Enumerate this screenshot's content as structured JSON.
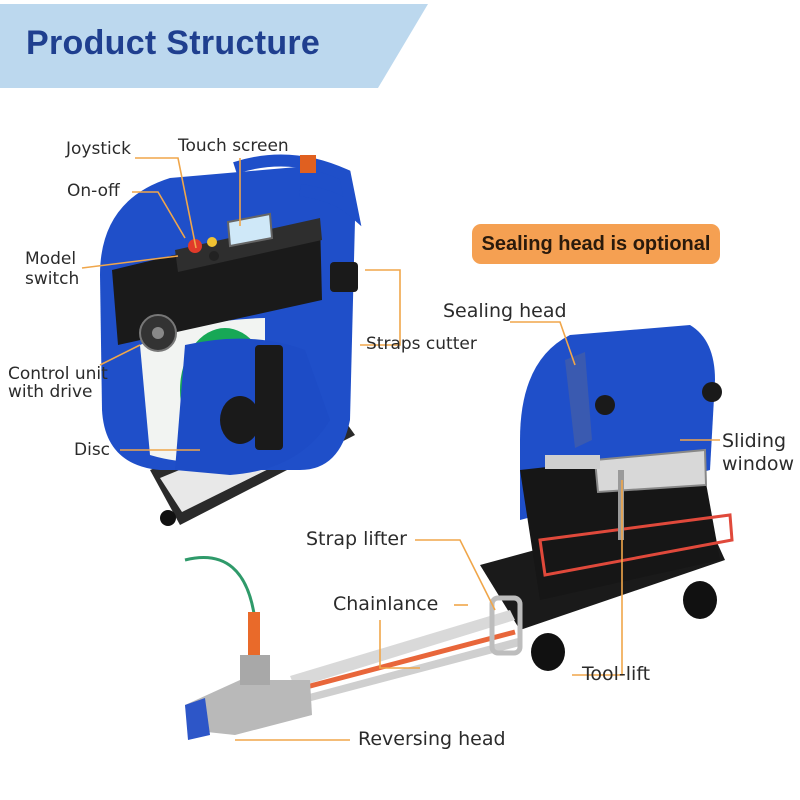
{
  "title": "Product Structure",
  "optional_badge": "Sealing head is optional",
  "labels": {
    "joystick": "Joystick",
    "touch_screen": "Touch screen",
    "on_off": "On-off",
    "model_switch_1": "Model",
    "model_switch_2": "switch",
    "control_unit_1": "Control unit",
    "control_unit_2": "with drive",
    "disc": "Disc",
    "straps_cutter": "Straps cutter",
    "sealing_head": "Sealing head",
    "sliding_window_1": "Sliding",
    "sliding_window_2": "window",
    "strap_lifter": "Strap lifter",
    "chainlance": "Chainlance",
    "tool_lift": "Tool-lift",
    "reversing_head": "Reversing head"
  },
  "colors": {
    "banner": "#bcd8ee",
    "title": "#1f3f8f",
    "leader_line": "#f0a64a",
    "badge": "#f5a052",
    "machine_blue": "#1f4fc9",
    "machine_black": "#1a1a1a"
  }
}
